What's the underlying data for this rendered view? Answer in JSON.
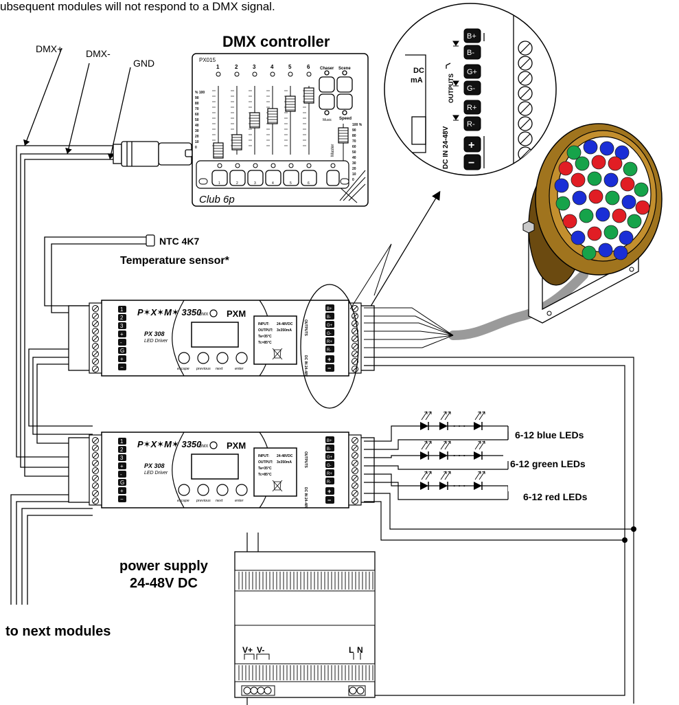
{
  "intro_text": "ubsequent modules will not respond to a DMX signal.",
  "dmx_lines": {
    "plus": "DMX+",
    "minus": "DMX-",
    "gnd": "GND"
  },
  "controller": {
    "title": "DMX controller",
    "model": "PX015",
    "name": "Club 6p",
    "fader_numbers": [
      "1",
      "2",
      "3",
      "4",
      "5",
      "6"
    ],
    "button_numbers": [
      "1",
      "2",
      "3",
      "4",
      "5",
      "6"
    ],
    "scale_left": [
      "% 100",
      "90",
      "80",
      "70",
      "60",
      "50",
      "40",
      "30",
      "20",
      "10",
      "0"
    ],
    "scale_right": [
      "100 %",
      "90",
      "80",
      "70",
      "60",
      "50",
      "40",
      "30",
      "20",
      "10",
      "0"
    ],
    "chaser_label": "Chaser",
    "scene_label": "Scene",
    "speed_label": "Speed",
    "master_label": "Master",
    "music_label": "Music"
  },
  "sensor": {
    "code": "NTC 4K7",
    "label": "Temperature sensor*"
  },
  "driver": {
    "brand": "P✶X✶M✶ 3350",
    "logo": "PXM",
    "model": "PX 308",
    "subtitle": "LED Driver",
    "dmx_label": "DMX",
    "buttons": [
      "escape",
      "previous",
      "next",
      "enter"
    ],
    "specs": [
      {
        "k": "INPUT:",
        "v": "24-48VDC"
      },
      {
        "k": "OUTPUT:",
        "v": "3x350mA"
      },
      {
        "k": "Ta=35°C",
        "v": ""
      },
      {
        "k": "Tc=85°C",
        "v": ""
      }
    ],
    "outputs_label": "OUTPUTS",
    "dcin_label": "DC IN 24-48V",
    "output_terminals": [
      "B+",
      "B-",
      "G+",
      "G-",
      "R+",
      "R-"
    ],
    "power_terminals": [
      "+",
      "−"
    ],
    "dmx_terminals": [
      "1",
      "2",
      "3",
      "+",
      "-",
      "G",
      "+",
      "−"
    ]
  },
  "zoom": {
    "outputs_label": "OUTPUTS",
    "dcin_label": "DC IN 24-48V",
    "dc_fragment": "DC",
    "ma_fragment": "mA"
  },
  "led_labels": [
    "6-12 blue LEDs",
    "6-12  green LEDs",
    "6-12 red LEDs"
  ],
  "led_colors": {
    "blue": "#1a2ed6",
    "green": "#16a34a",
    "red": "#e11d24"
  },
  "power_supply": {
    "title_line1": "power supply",
    "title_line2": "24-48V DC",
    "vplus": "V+",
    "vminus": "V-",
    "l": "L",
    "n": "N"
  },
  "to_next": "to next modules",
  "colors": {
    "line": "#000000",
    "housing": "#a0741e",
    "housing_dark": "#6b4a10",
    "cable": "#9a9a9a"
  }
}
